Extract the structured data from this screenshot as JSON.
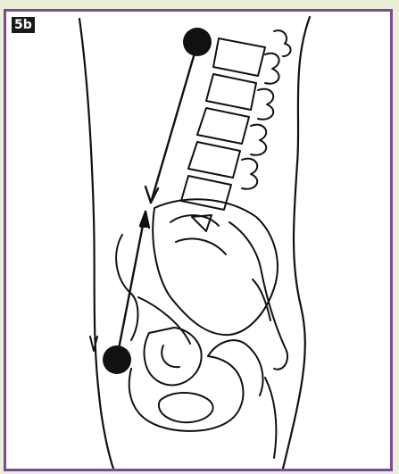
{
  "figure": {
    "panel_label": "5b",
    "border_color": "#7a4a9a",
    "background_color": "#eaf0d6",
    "icons": [
      "upper-marker-dot",
      "lower-marker-dot",
      "downward-arrow",
      "upward-arrow"
    ]
  }
}
